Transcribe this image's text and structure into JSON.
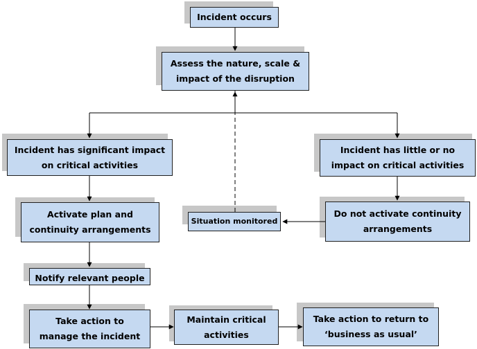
{
  "nodes": {
    "incident_occurs": "Incident occurs",
    "assess": "Assess the nature, scale &\nimpact of the disruption",
    "significant_impact": "Incident has significant impact\non critical activities",
    "little_impact": "Incident has little or no\nimpact on critical activities",
    "activate_plan": "Activate plan and\ncontinuity arrangements",
    "situation_monitored": "Situation monitored",
    "do_not_activate": "Do not activate continuity\narrangements",
    "notify": "Notify relevant people",
    "take_action": "Take action to\nmanage the incident",
    "maintain": "Maintain critical\nactivities",
    "return_bau": "Take action to return to\n‘business as usual’"
  },
  "colors": {
    "box_fill": "#c5d9f1",
    "box_border": "#1f1f1f",
    "shadow": "#c7c7c7",
    "arrow": "#000000"
  }
}
